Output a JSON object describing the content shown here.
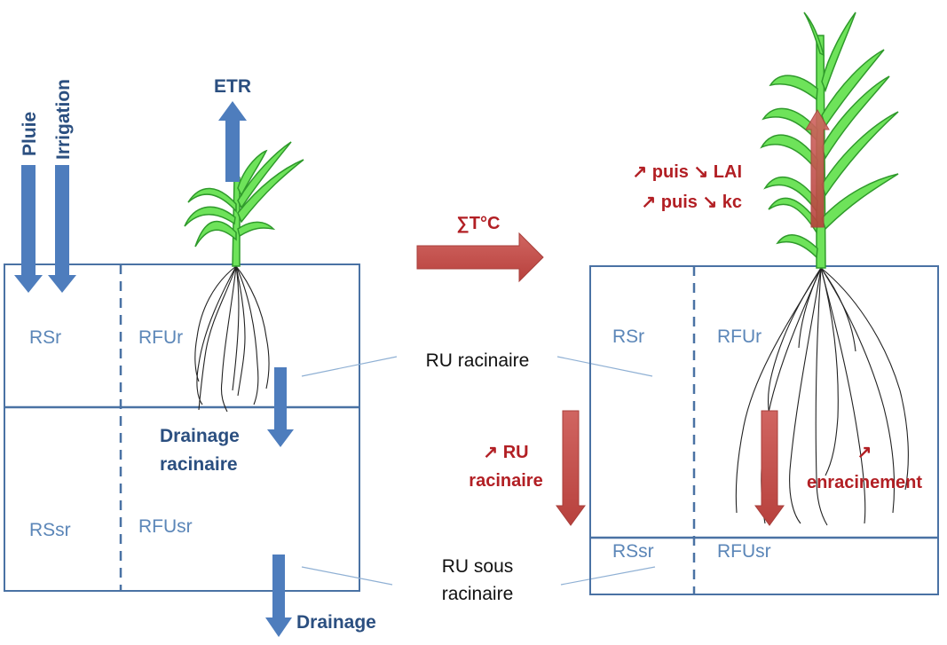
{
  "colors": {
    "box_stroke": "#4a72a4",
    "blue_arrow": "#4e7dbd",
    "red_arrow": "#c0504d",
    "leaf_fill": "#6ee35a",
    "leaf_stroke": "#2f9a2b",
    "root_stroke": "#222222",
    "red_text": "#b21f24",
    "dark_blue_text": "#2b4f80",
    "light_blue_text": "#5b86b8"
  },
  "left": {
    "rain_label": "Pluie",
    "irrigation_label": "Irrigation",
    "etr_label": "ETR",
    "rsr_label": "RSr",
    "rfur_label": "RFUr",
    "rssr_label": "RSsr",
    "rfusr_label": "RFUsr",
    "drainage_racinaire_line1": "Drainage",
    "drainage_racinaire_line2": "racinaire",
    "drainage_label": "Drainage"
  },
  "middle": {
    "temperature_label": "∑T°C",
    "ru_racinaire_label": "RU racinaire",
    "ru_sous_line1": "RU sous",
    "ru_sous_line2": "racinaire"
  },
  "right": {
    "lai_label": "↗ puis ↘ LAI",
    "kc_label": "↗ puis ↘ kc",
    "ru_increase_line1": "↗ RU",
    "ru_increase_line2": "racinaire",
    "rooting_line1": "↗",
    "rooting_line2": "enracinement",
    "rsr_label": "RSr",
    "rfur_label": "RFUr",
    "rssr_label": "RSsr",
    "rfusr_label": "RFUsr"
  }
}
